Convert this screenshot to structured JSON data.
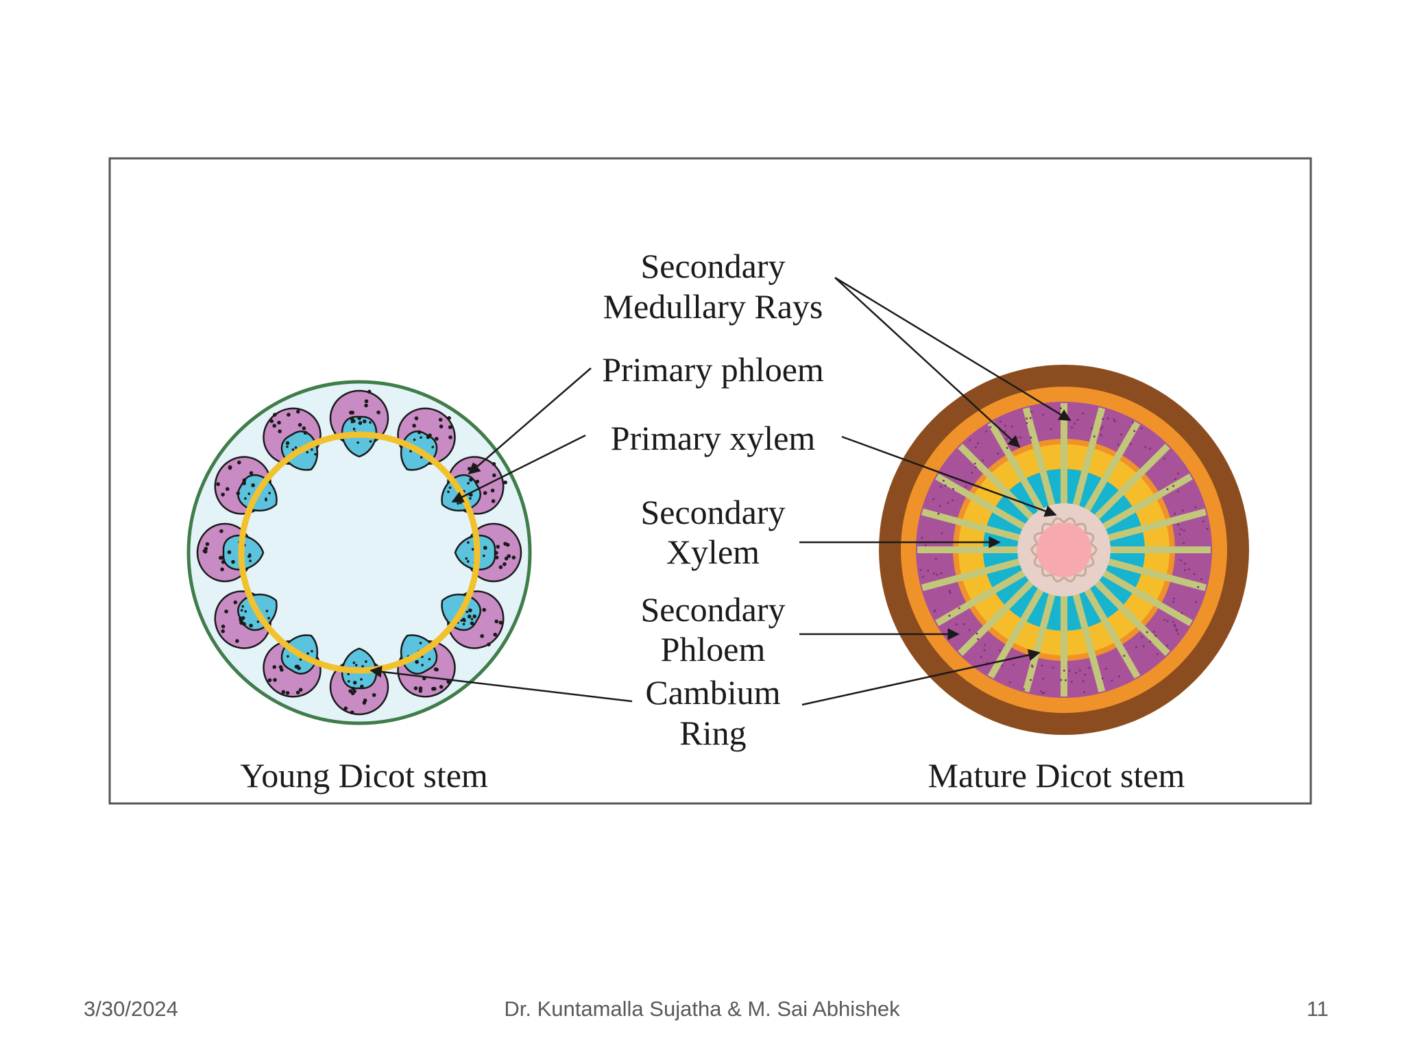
{
  "labels": {
    "secondary_medullary_rays": [
      "Secondary",
      "Medullary Rays"
    ],
    "primary_phloem": "Primary phloem",
    "primary_xylem": "Primary xylem",
    "secondary_xylem": [
      "Secondary",
      "Xylem"
    ],
    "secondary_phloem": [
      "Secondary",
      "Phloem"
    ],
    "cambium_ring": [
      "Cambium",
      "Ring"
    ]
  },
  "captions": {
    "young": "Young Dicot stem",
    "mature": "Mature Dicot stem"
  },
  "footer": {
    "date": "3/30/2024",
    "author": "Dr. Kuntamalla Sujatha & M. Sai Abhishek",
    "page": "11"
  },
  "colors": {
    "frame": "#555555",
    "young_ring": "#3f7d4a",
    "young_pith": "#e4f3f8",
    "phloem_pink": "#c98bc4",
    "xylem_blue": "#5bc3dd",
    "cambium_yellow": "#f2c12e",
    "bark_brown": "#8b4d1f",
    "cortex_orange": "#f0922a",
    "sec_phloem_purple": "#a8529a",
    "sec_xylem_yellow": "#f6bd2a",
    "sec_xylem_cyan": "#17b3cf",
    "medullary_ray": "#c2c77a",
    "pith_pink": "#f6aab0"
  }
}
